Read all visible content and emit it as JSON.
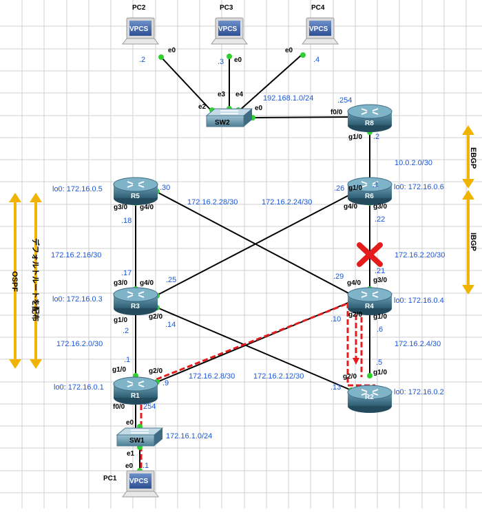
{
  "pcs": {
    "pc2": {
      "name": "PC2",
      "screen": "VPCS",
      "port": "e0",
      "addr": ".2"
    },
    "pc3": {
      "name": "PC3",
      "screen": "VPCS",
      "port": "e0",
      "addr": ".3"
    },
    "pc4": {
      "name": "PC4",
      "screen": "VPCS",
      "port": "e0",
      "addr": ".4"
    },
    "pc1": {
      "name": "PC1",
      "screen": "VPCS",
      "port": "e0",
      "addr": ".1"
    }
  },
  "switches": {
    "sw2": {
      "name": "SW2",
      "ports": [
        "e2",
        "e3",
        "e4",
        "e0"
      ],
      "subnet": "192.168.1.0/24"
    },
    "sw1": {
      "name": "SW1",
      "ports": [
        "e0",
        "e1"
      ],
      "subnet": "172.16.1.0/24"
    }
  },
  "routers": {
    "r8": {
      "name": "R8",
      "ports": [
        "f0/0",
        "g1/0"
      ],
      "addrs": [
        ".254",
        ".2"
      ]
    },
    "r6": {
      "name": "R6",
      "loopback": "lo0: 172.16.0.6",
      "ports": [
        "g1/0",
        "g4/0",
        "g3/0"
      ],
      "addrs": [
        ".1",
        ".26",
        ".22"
      ]
    },
    "r5": {
      "name": "R5",
      "loopback": "lo0: 172.16.0.5",
      "ports": [
        "g4/0",
        "g3/0"
      ],
      "addrs": [
        ".30",
        ".18"
      ]
    },
    "r3": {
      "name": "R3",
      "loopback": "lo0: 172.16.0.3",
      "ports": [
        "g3/0",
        "g4/0",
        "g1/0",
        "g2/0"
      ],
      "addrs": [
        ".17",
        ".25",
        ".2",
        ".14"
      ]
    },
    "r4": {
      "name": "R4",
      "loopback": "lo0: 172.16.0.4",
      "ports": [
        "g4/0",
        "g3/0",
        "g2/0",
        "g1/0"
      ],
      "addrs": [
        ".29",
        ".21",
        ".10",
        ".6"
      ]
    },
    "r1": {
      "name": "R1",
      "loopback": "lo0: 172.16.0.1",
      "ports": [
        "g1/0",
        "g2/0",
        "f0/0"
      ],
      "addrs": [
        ".1",
        ".9",
        "254"
      ]
    },
    "r2": {
      "name": "R2",
      "loopback": "lo0: 172.16.0.2",
      "ports": [
        "g2/0",
        "g1/0"
      ],
      "addrs": [
        ".13",
        ".5"
      ]
    }
  },
  "subnets": {
    "r8_r6": "10.0.2.0/30",
    "r5_r4": "172.16.2.28/30",
    "r3_r6": "172.16.2.24/30",
    "r5_r3": "172.16.2.16/30",
    "r6_r4": "172.16.2.20/30",
    "r3_r1": "172.16.2.0/30",
    "r4_r2": "172.16.2.4/30",
    "r1_r4": "172.16.2.8/30",
    "r3_r2": "172.16.2.12/30"
  },
  "annotations": {
    "ospf": "OSPF",
    "default_route": "デフォルトルートを配布",
    "ebgp": "EBGP",
    "ibgp": "IBGP",
    "failure_mark": "cross-mark",
    "arrow_color": "#f0b400",
    "path_color": "#e31b1b",
    "dot_color": "#2fd12f",
    "ip_color": "#1a55d9"
  }
}
